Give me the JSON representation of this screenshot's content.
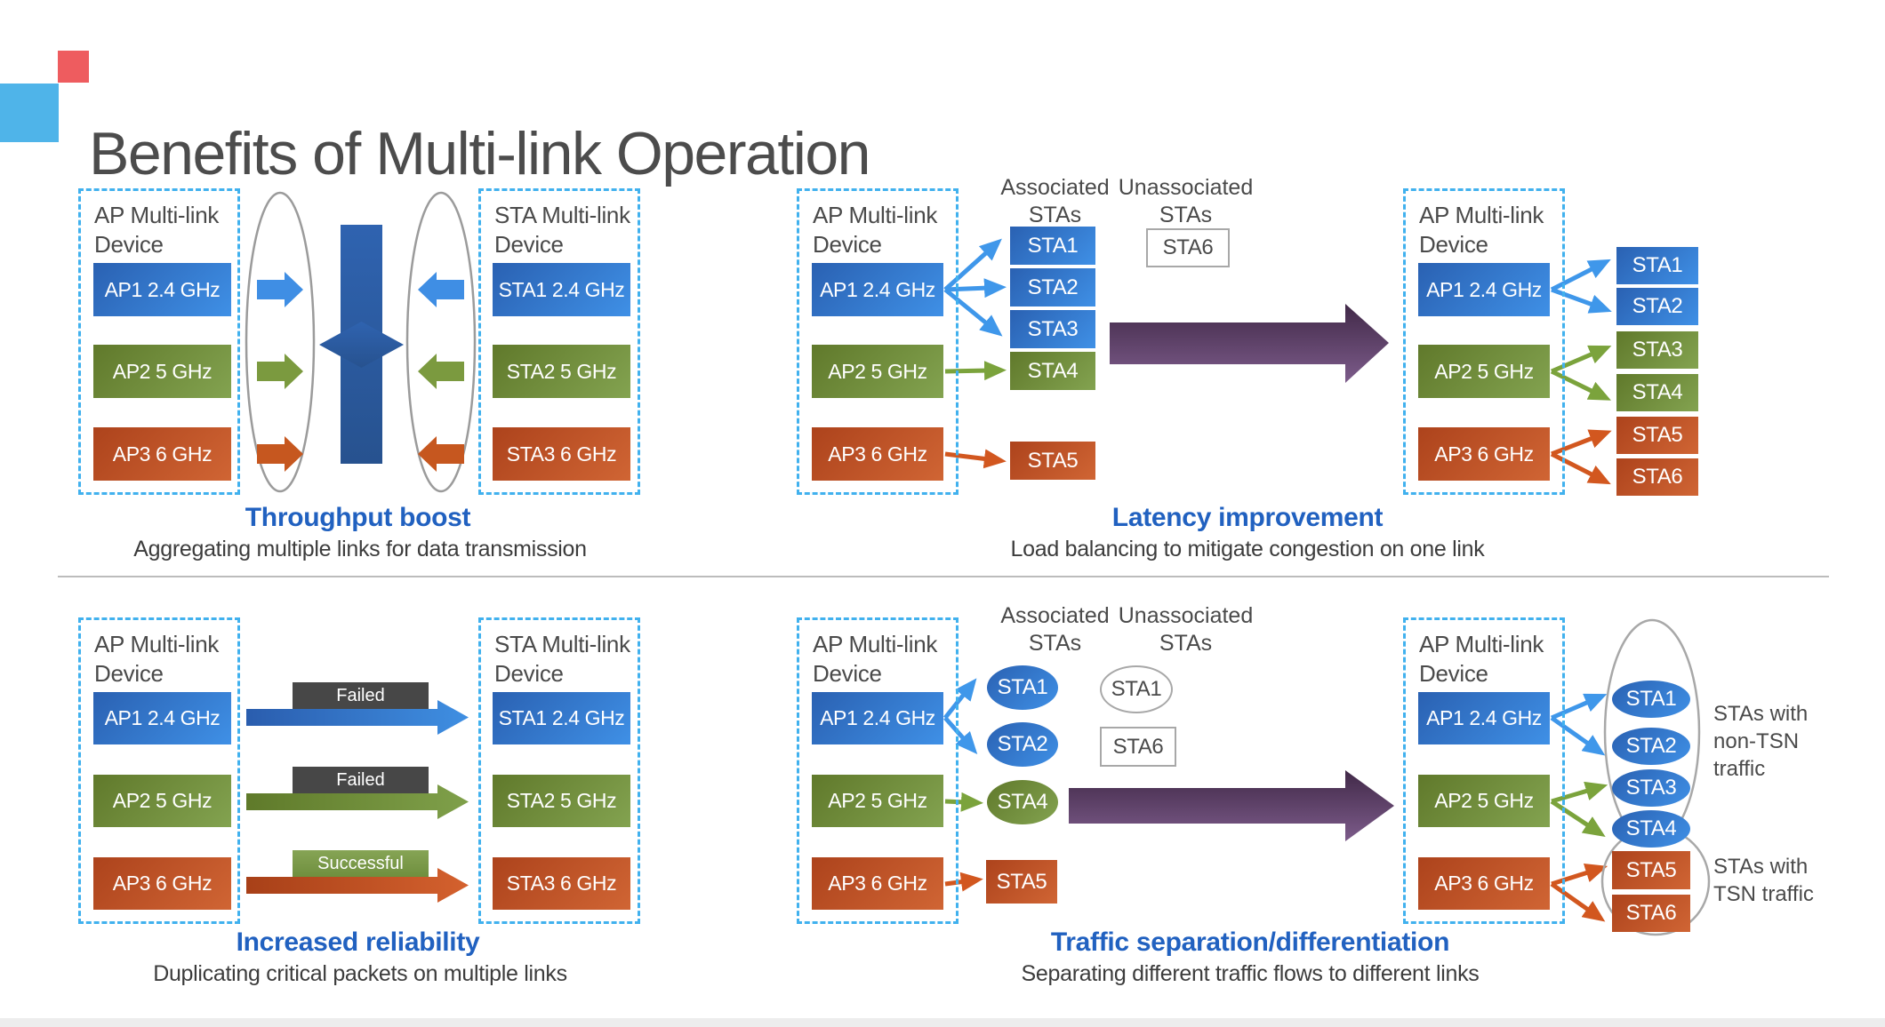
{
  "title": "Benefits of Multi-link Operation",
  "colors": {
    "accent_blue": "#2161c0",
    "link_blue": "#3f90e6",
    "link_green": "#7ba33c",
    "link_orange": "#d2571f",
    "purple": "#6b4a78",
    "dashed_border": "#41b1ee",
    "logo_red": "#ee5c5f",
    "logo_blue": "#4fb4e9"
  },
  "devices": {
    "ap": "AP Multi-link Device",
    "sta": "STA Multi-link Device"
  },
  "links": {
    "ap": [
      "AP1 2.4 GHz",
      "AP2 5 GHz",
      "AP3 6 GHz"
    ],
    "sta": [
      "STA1 2.4 GHz",
      "STA2 5 GHz",
      "STA3 6 GHz"
    ]
  },
  "headers": {
    "associated": "Associated STAs",
    "unassociated": "Unassociated STAs"
  },
  "q1": {
    "title": "Throughput boost",
    "subtitle": "Aggregating multiple links for data transmission"
  },
  "q2": {
    "title": "Latency improvement",
    "subtitle": "Load balancing to mitigate congestion on one link",
    "before": [
      "STA1",
      "STA2",
      "STA3",
      "STA4",
      "STA5"
    ],
    "before_unassoc": "STA6",
    "after": [
      "STA1",
      "STA2",
      "STA3",
      "STA4",
      "STA5",
      "STA6"
    ]
  },
  "q3": {
    "title": "Increased reliability",
    "subtitle": "Duplicating critical packets on multiple links",
    "statuses": [
      "Failed",
      "Failed",
      "Successful"
    ]
  },
  "q4": {
    "title": "Traffic separation/differentiation",
    "subtitle": "Separating different traffic flows to different links",
    "associated": [
      "STA1",
      "STA2",
      "STA4",
      "STA5"
    ],
    "unassociated": [
      "STA1",
      "STA6"
    ],
    "after": [
      "STA1",
      "STA2",
      "STA3",
      "STA4",
      "STA5",
      "STA6"
    ],
    "non_tsn": "STAs with non-TSN traffic",
    "tsn": "STAs with TSN traffic"
  }
}
